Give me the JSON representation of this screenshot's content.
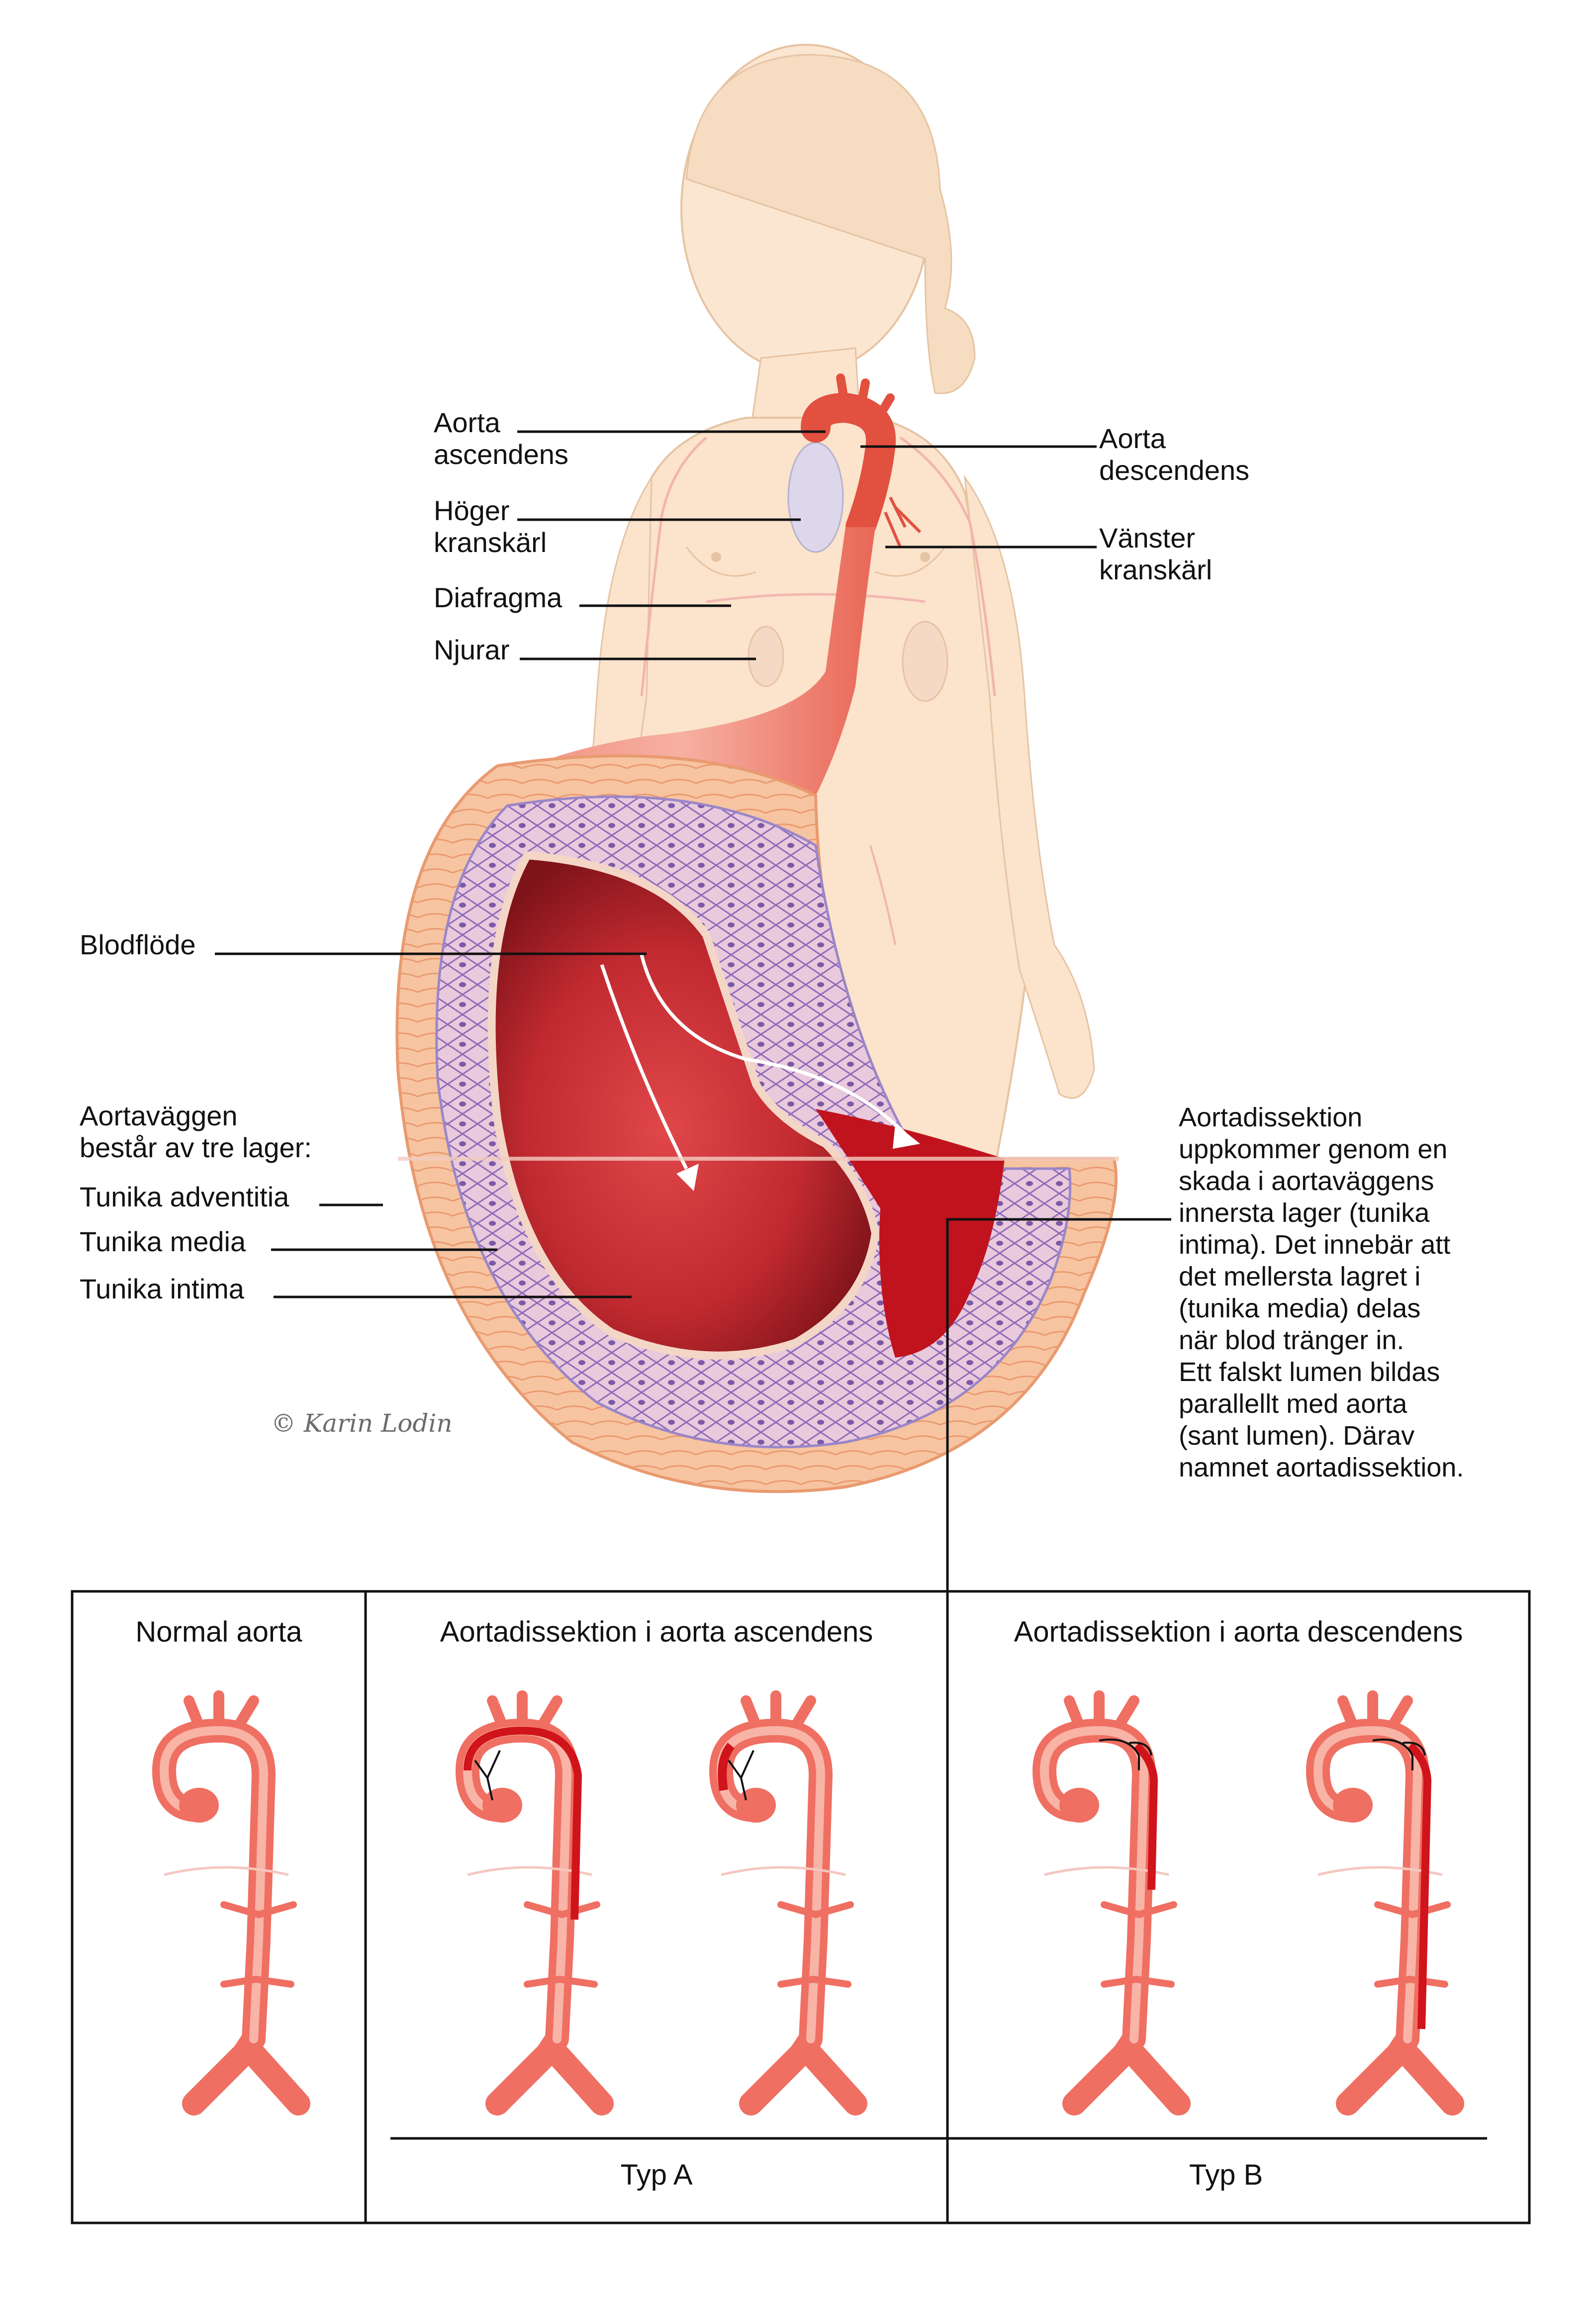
{
  "labels": {
    "aorta_ascendens": "Aorta\nascendens",
    "aorta_descendens": "Aorta\ndescendens",
    "hoger_kranskarl": "Höger\nkranskärl",
    "vanster_kranskarl": "Vänster\nkranskärl",
    "diafragma": "Diafragma",
    "njurar": "Njurar",
    "blodflode": "Blodflöde",
    "aortavaggen": "Aortaväggen\nbestår av tre lager:",
    "tunika_adventitia": "Tunika adventitia",
    "tunika_media": "Tunika media",
    "tunika_intima": "Tunika intima"
  },
  "description": "Aortadissektion\nuppkommer genom en\nskada i aortaväggens\ninnersta lager (tunika\nintima). Det innebär att\ndet mellersta lagret i\n(tunika media) delas\nnär blod tränger in.\nEtt falskt lumen bildas\nparallellt med aorta\n(sant lumen). Därav\nnamnet aortadissektion.",
  "signature": "© Karin Lodin",
  "panels": {
    "normal": "Normal aorta",
    "ascendens": "Aortadissektion i aorta ascendens",
    "descendens": "Aortadissektion i aorta descendens",
    "typ_a": "Typ A",
    "typ_b": "Typ B"
  },
  "colors": {
    "skin": "#fbe3cc",
    "skin_outline": "#e6c3a3",
    "aorta": "#ef6f62",
    "aorta_light": "#f8b4a6",
    "lumen": "#b4232b",
    "media": "#c7a3d6",
    "false_lumen": "#d0141b",
    "line": "#111111"
  }
}
